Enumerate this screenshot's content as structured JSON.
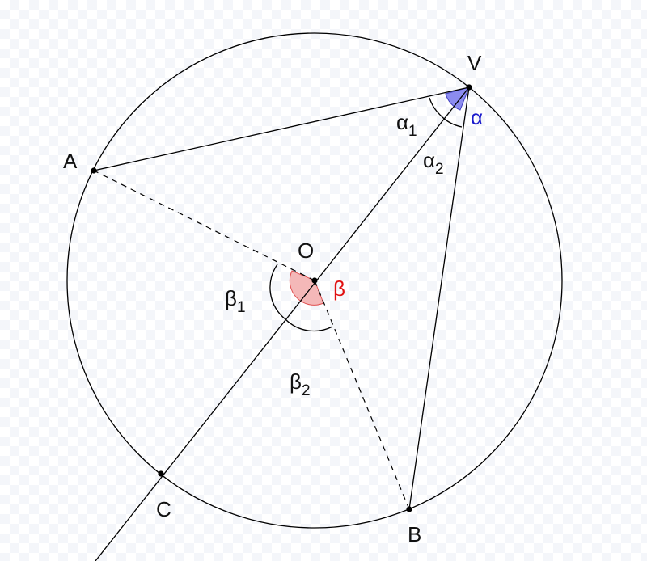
{
  "points": {
    "V": "V",
    "A": "A",
    "O": "O",
    "B": "B",
    "C": "C"
  },
  "angles": {
    "alpha": "α",
    "alpha1": {
      "symbol": "α",
      "subscript": "1"
    },
    "alpha2": {
      "symbol": "α",
      "subscript": "2"
    },
    "beta": "β",
    "beta1": {
      "symbol": "β",
      "subscript": "1"
    },
    "beta2": {
      "symbol": "β",
      "subscript": "2"
    }
  },
  "colors": {
    "line": "#000000",
    "alpha_fill": "#8c8cf0",
    "alpha_label": "#1a1acc",
    "beta_fill": "#f4b8b8",
    "beta_stroke": "#e05050",
    "beta_label": "#e01010"
  }
}
